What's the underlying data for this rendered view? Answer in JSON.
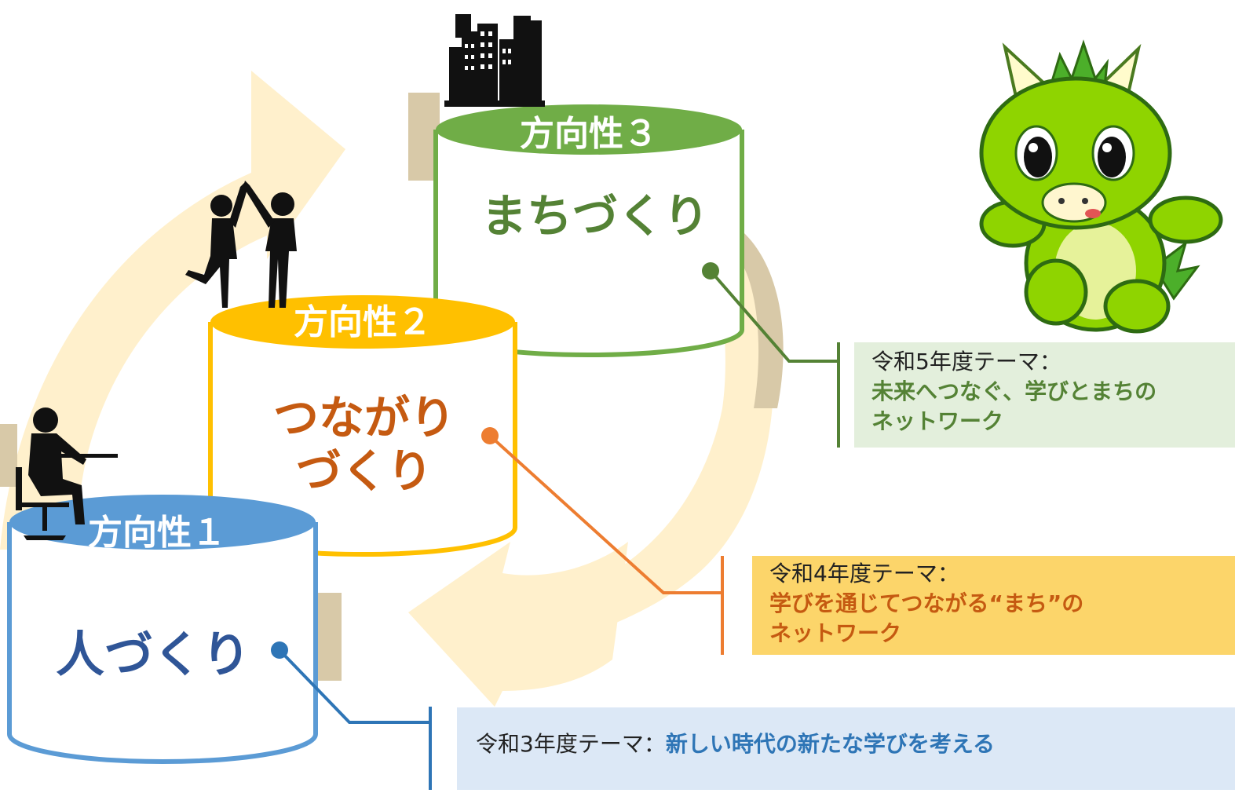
{
  "colors": {
    "arrow": "#fff0cc",
    "shadow": "#d8c9a8",
    "green": "#70ad47",
    "green_dark": "#548235",
    "yellow": "#ffc000",
    "orange": "#c55a11",
    "orange_line": "#ed7d31",
    "blue": "#5b9bd5",
    "blue_dark": "#2f5597"
  },
  "directions": [
    {
      "header": "方向性１",
      "title_lines": [
        "人づくり"
      ]
    },
    {
      "header": "方向性２",
      "title_lines": [
        "つながり",
        "づくり"
      ]
    },
    {
      "header": "方向性３",
      "title_lines": [
        "まちづくり"
      ]
    }
  ],
  "themes": {
    "r5": {
      "label": "令和5年度テーマ：",
      "line1": "未来へつなぐ、学びとまちの",
      "line2": "ネットワーク"
    },
    "r4": {
      "label": "令和4年度テーマ：",
      "line1": "学びを通じてつながる“まち”の",
      "line2": "ネットワーク"
    },
    "r3": {
      "label": "令和3年度テーマ：",
      "text": "新しい時代の新たな学びを考える"
    }
  },
  "icons": [
    "city-buildings-icon",
    "dancing-people-icon",
    "desk-worker-icon",
    "dragon-mascot-icon"
  ]
}
